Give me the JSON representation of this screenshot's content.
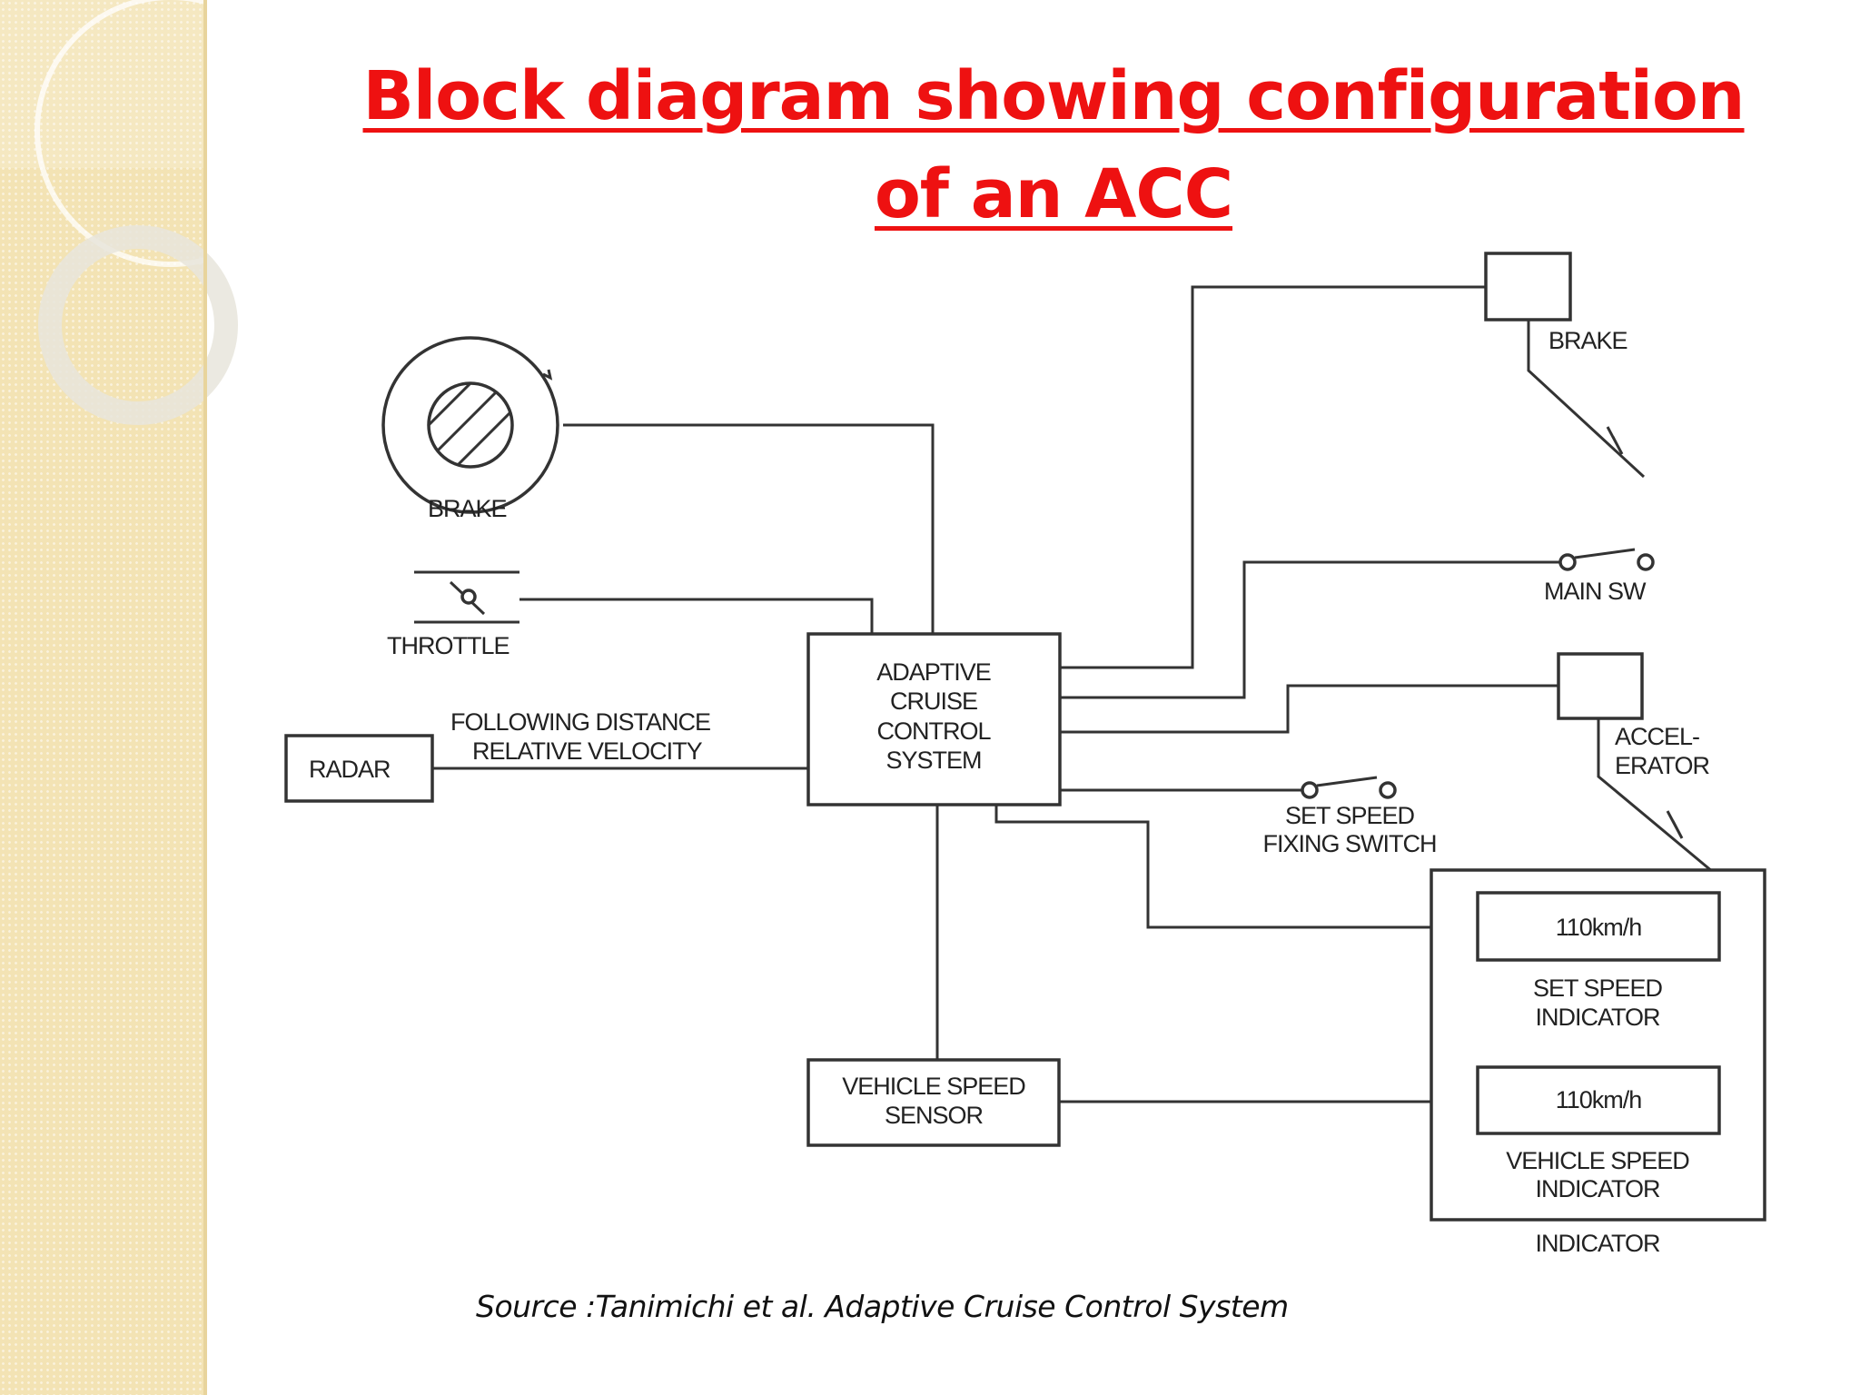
{
  "slide": {
    "title_line1": "Block diagram showing configuration",
    "title_line2": "of an ACC",
    "source": "Source :Tanimichi et al. Adaptive Cruise Control System"
  },
  "diagram": {
    "brake_pedal_label": "BRAKE",
    "throttle_label": "THROTTLE",
    "radar_label": "RADAR",
    "radar_signal_line1": "FOLLOWING DISTANCE",
    "radar_signal_line2": "RELATIVE VELOCITY",
    "acc_line1": "ADAPTIVE",
    "acc_line2": "CRUISE",
    "acc_line3": "CONTROL",
    "acc_line4": "SYSTEM",
    "brake_actuator_label": "BRAKE",
    "main_switch_label": "MAIN SW",
    "accelerator_line1": "ACCEL-",
    "accelerator_line2": "ERATOR",
    "set_speed_switch_line1": "SET SPEED",
    "set_speed_switch_line2": "FIXING SWITCH",
    "vehicle_speed_sensor_line1": "VEHICLE SPEED",
    "vehicle_speed_sensor_line2": "SENSOR",
    "set_speed_value": "110km/h",
    "set_speed_indicator_line1": "SET SPEED",
    "set_speed_indicator_line2": "INDICATOR",
    "vehicle_speed_value": "110km/h",
    "vehicle_speed_indicator_line1": "VEHICLE SPEED",
    "vehicle_speed_indicator_line2": "INDICATOR",
    "indicator_group_label": "INDICATOR"
  }
}
